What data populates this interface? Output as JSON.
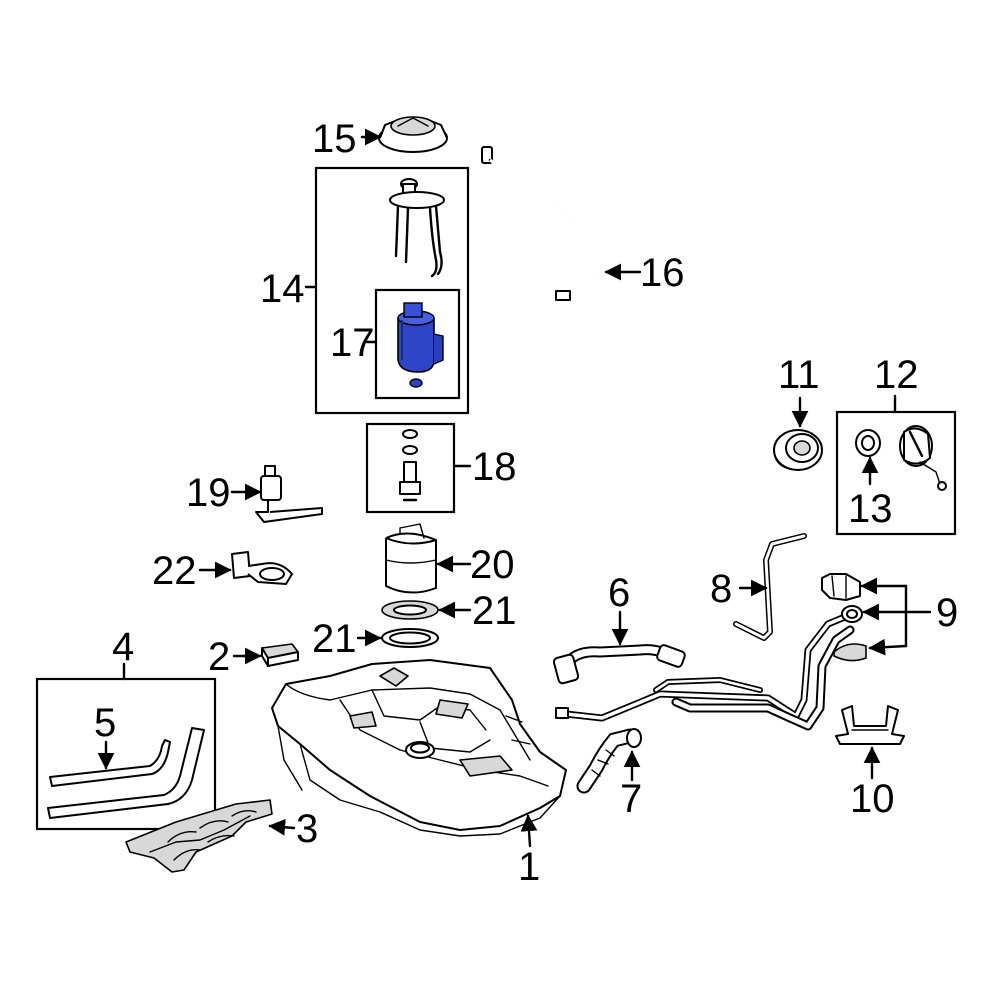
{
  "callouts": [
    {
      "id": "1",
      "text": "1"
    },
    {
      "id": "2",
      "text": "2"
    },
    {
      "id": "3",
      "text": "3"
    },
    {
      "id": "4",
      "text": "4"
    },
    {
      "id": "5",
      "text": "5"
    },
    {
      "id": "6",
      "text": "6"
    },
    {
      "id": "7",
      "text": "7"
    },
    {
      "id": "8",
      "text": "8"
    },
    {
      "id": "9",
      "text": "9"
    },
    {
      "id": "10",
      "text": "10"
    },
    {
      "id": "11",
      "text": "11"
    },
    {
      "id": "12",
      "text": "12"
    },
    {
      "id": "13",
      "text": "13"
    },
    {
      "id": "14",
      "text": "14"
    },
    {
      "id": "15",
      "text": "15"
    },
    {
      "id": "16",
      "text": "16"
    },
    {
      "id": "17",
      "text": "17"
    },
    {
      "id": "18",
      "text": "18"
    },
    {
      "id": "19",
      "text": "19"
    },
    {
      "id": "20",
      "text": "20"
    },
    {
      "id": "21a",
      "text": "21"
    },
    {
      "id": "21b",
      "text": "21"
    },
    {
      "id": "22",
      "text": "22"
    }
  ],
  "colors": {
    "highlight_part": "#2f45c8",
    "highlight_shadow": "#1a2a8a",
    "line": "#000000",
    "background": "#ffffff"
  }
}
